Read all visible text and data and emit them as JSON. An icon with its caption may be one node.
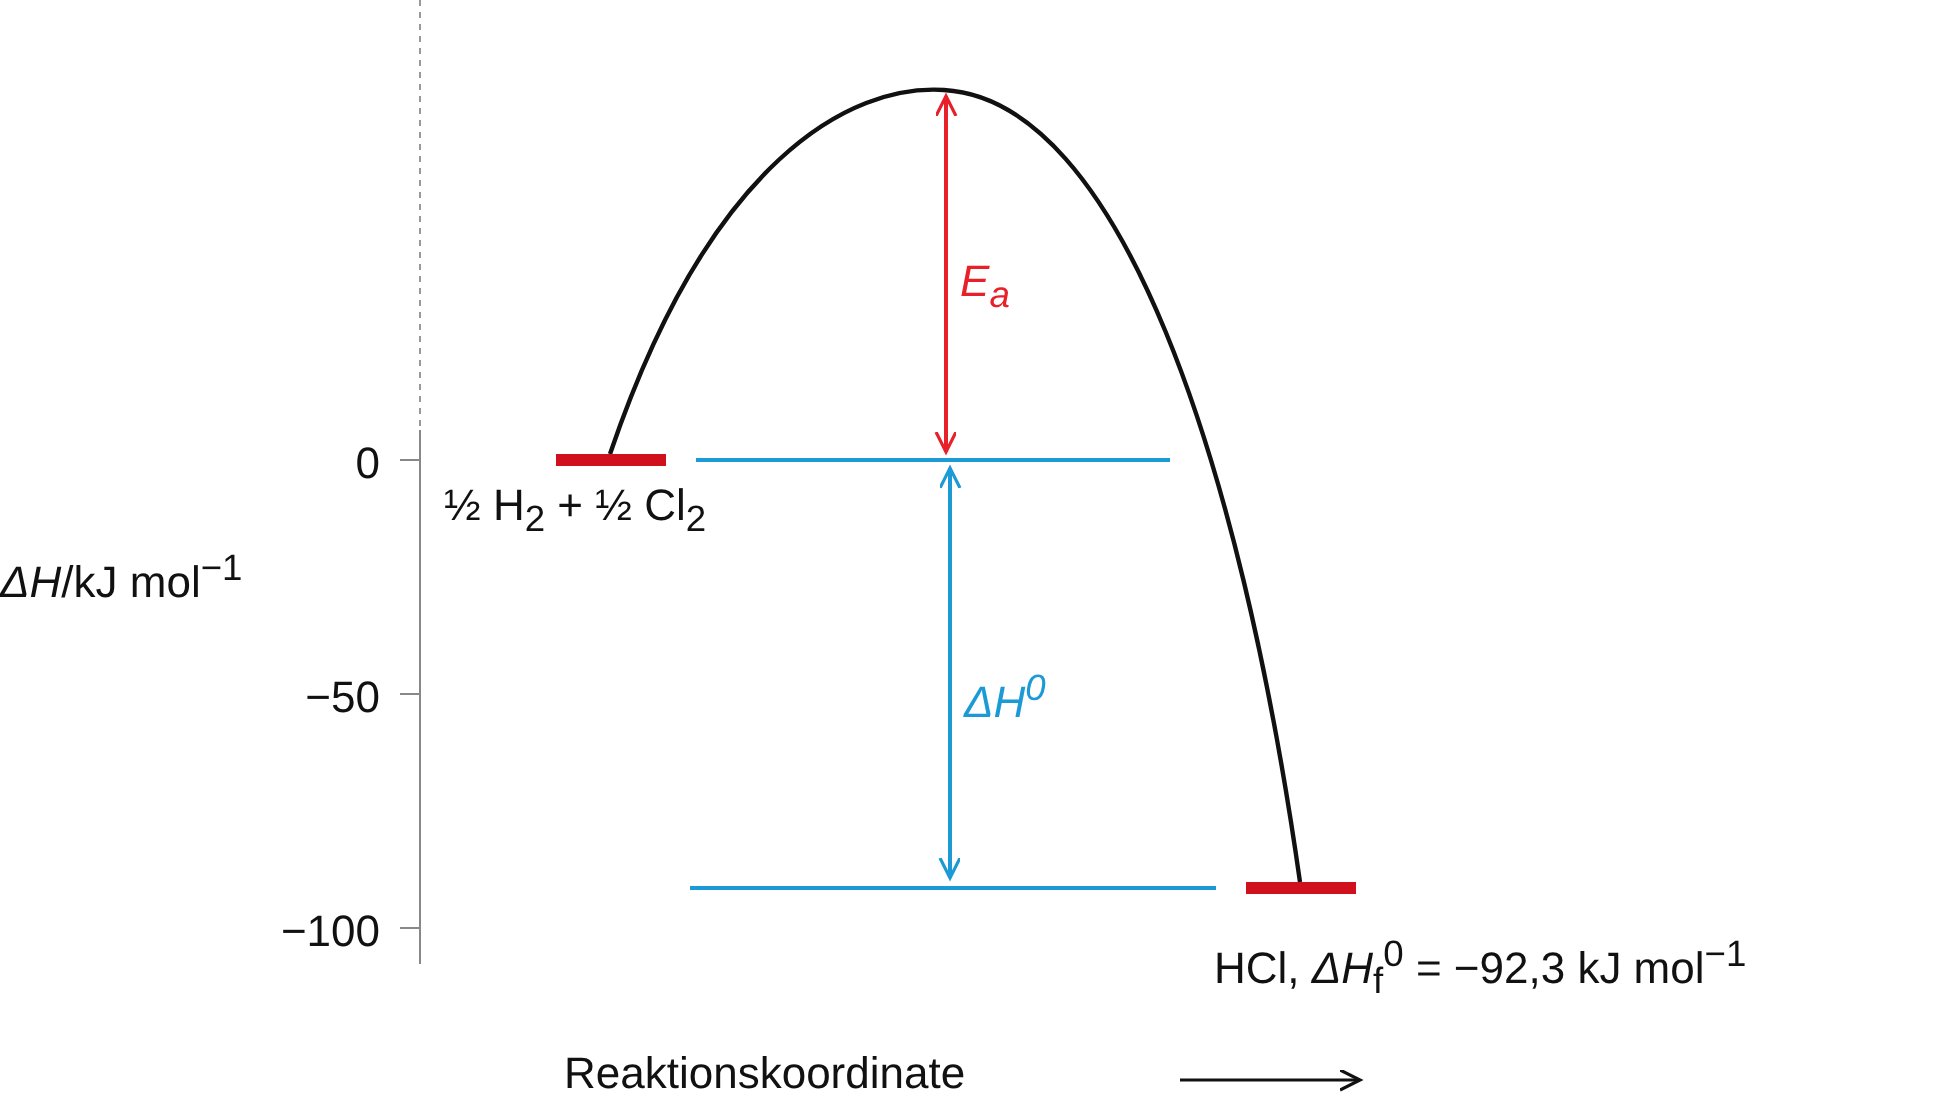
{
  "diagram": {
    "nodes": [
      {
        "text": [
          "½ H$_{2}$ + ½ Cl$_{2}$"
        ]
      },
      {
        "text": [
          "HCl, *ΔH*$_{f}$$^{0}$ = −92,3 kJ mol$^{−1}$"
        ]
      }
    ],
    "edges": [
      {
        "from": 0,
        "to": 1,
        "arrow": "none"
      }
    ],
    "labels": [
      "E$_{a}$",
      "0",
      "*ΔH*/kJ mol$^{−1}$",
      "ΔH$^{0}$",
      "−50",
      "−100",
      "Reaktionskoordinate"
    ]
  }
}
